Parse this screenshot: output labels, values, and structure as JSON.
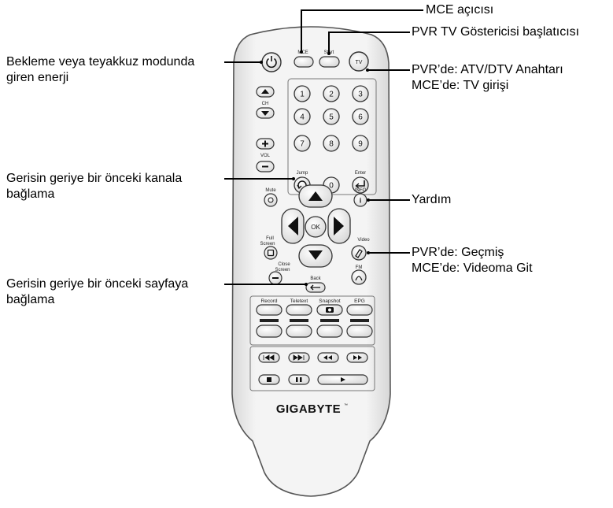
{
  "callouts": {
    "mce_opener": "MCE açıcısı",
    "pvr_tv_launcher": "PVR TV Göstericisi başlatıcısı",
    "pvr_atv_dtv_1": "PVR’de: ATV/DTV Anahtarı",
    "pvr_atv_dtv_2": "MCE’de: TV girişi",
    "standby_1": "Bekleme veya teyakkuz modunda",
    "standby_2": "giren enerji",
    "prev_channel_1": "Gerisin geriye bir önceki kanala",
    "prev_channel_2": "bağlama",
    "help": "Yardım",
    "history_1": "PVR’de: Geçmiş",
    "history_2": "MCE’de: Videoma Git",
    "prev_page_1": "Gerisin geriye bir önceki sayfaya",
    "prev_page_2": "bağlama"
  },
  "remote": {
    "brand": "GIGABYTE",
    "top_buttons": {
      "mce": "MCE",
      "start": "Start",
      "tv": "TV"
    },
    "side_labels": {
      "ch": "CH",
      "vol": "VOL"
    },
    "digits": [
      "1",
      "2",
      "3",
      "4",
      "5",
      "6",
      "7",
      "8",
      "9",
      "0"
    ],
    "keypad_labels": {
      "jump": "Jump",
      "enter": "Enter"
    },
    "nav": {
      "mute": "Mute",
      "info": "INFO",
      "ok": "OK",
      "full_screen_1": "Full",
      "full_screen_2": "Screen",
      "video": "Video",
      "close_screen_1": "Close",
      "close_screen_2": "Screen",
      "back": "Back",
      "fm": "FM"
    },
    "function_row": [
      "Record",
      "Teletext",
      "Snapshot",
      "EPG"
    ]
  }
}
